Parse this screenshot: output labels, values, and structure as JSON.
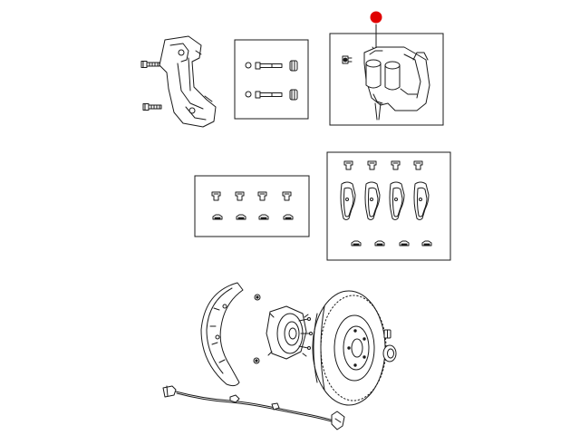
{
  "diagram": {
    "highlight_color": "#e00000",
    "line_color": "#1a1a1a",
    "background": "#ffffff",
    "parts": [
      {
        "id": "caliper-bracket",
        "icon": "caliper-bracket-icon"
      },
      {
        "id": "bracket-bolt-upper",
        "icon": "bolt-icon"
      },
      {
        "id": "bracket-bolt-lower",
        "icon": "bolt-icon"
      },
      {
        "id": "guide-pin-kit",
        "icon": "guide-pin-icon"
      },
      {
        "id": "brake-caliper",
        "icon": "brake-caliper-icon",
        "highlighted": true
      },
      {
        "id": "caliper-bleeder",
        "icon": "bleeder-screw-icon"
      },
      {
        "id": "pad-clip-kit",
        "icon": "pad-clip-icon"
      },
      {
        "id": "brake-pad-set",
        "icon": "brake-pad-icon"
      },
      {
        "id": "dust-shield",
        "icon": "dust-shield-icon"
      },
      {
        "id": "hub-bearing",
        "icon": "hub-bearing-icon"
      },
      {
        "id": "brake-rotor",
        "icon": "brake-rotor-icon"
      },
      {
        "id": "hub-nut",
        "icon": "hub-nut-icon"
      },
      {
        "id": "wear-sensor",
        "icon": "wear-sensor-icon"
      }
    ]
  }
}
